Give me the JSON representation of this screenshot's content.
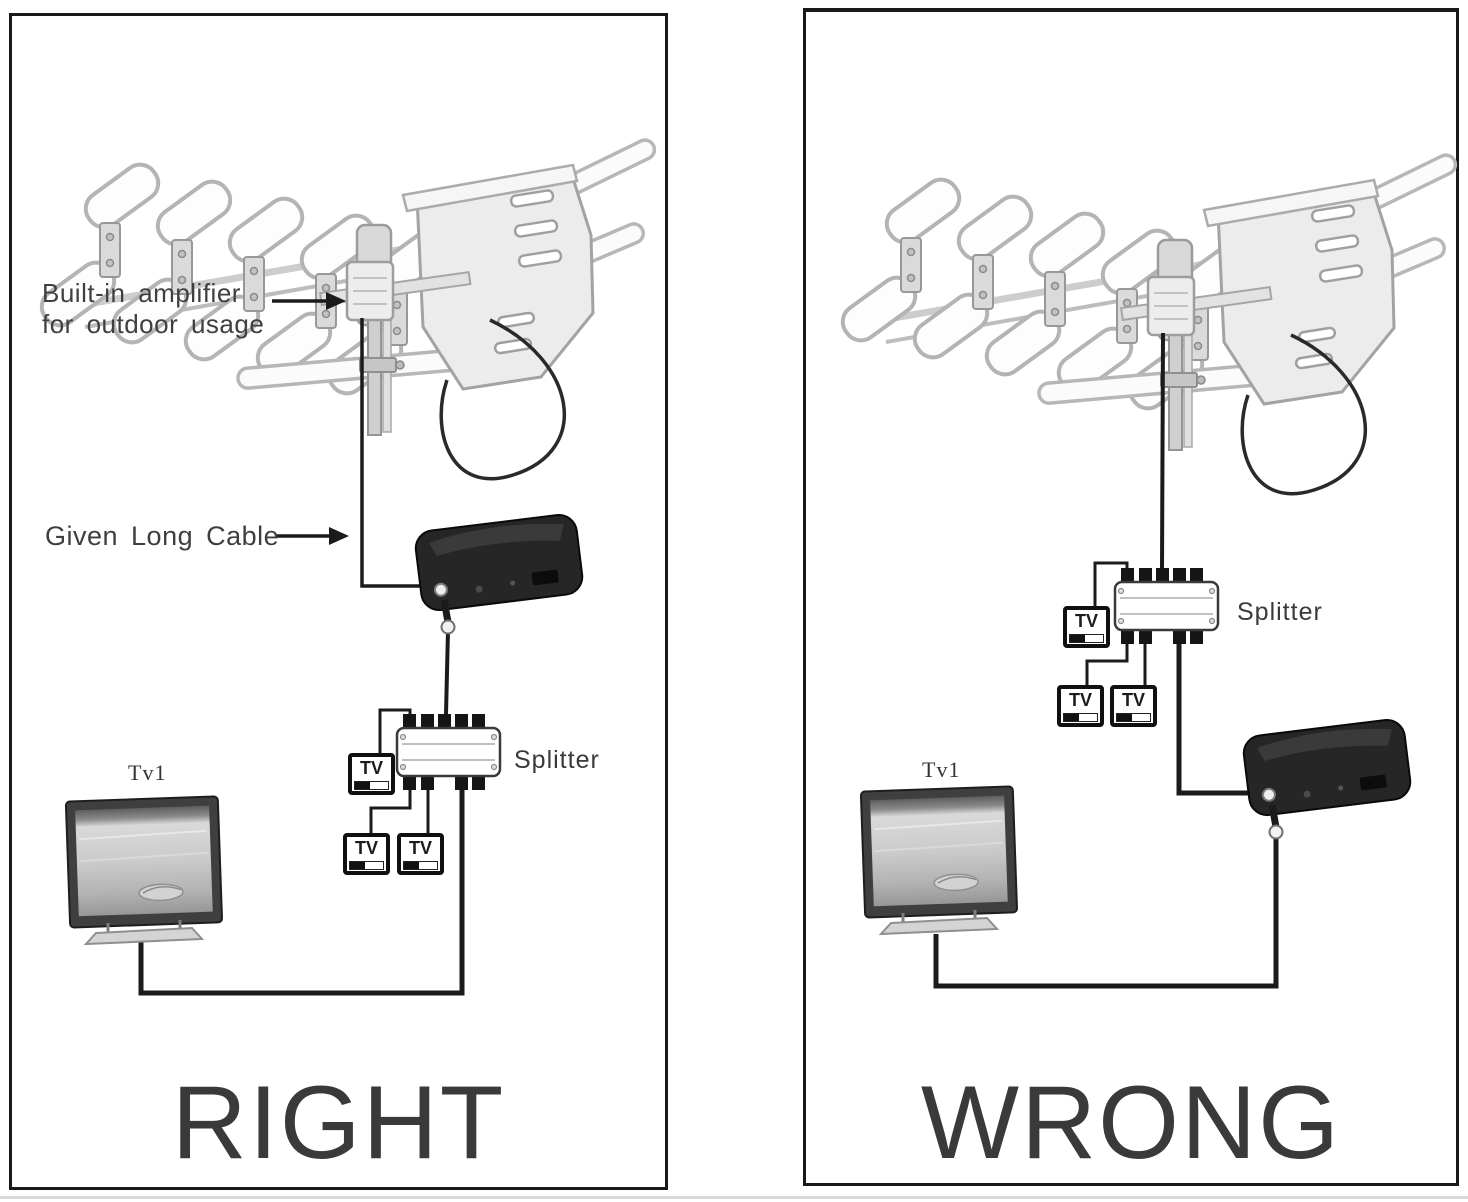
{
  "diagram": {
    "right_setup_panel": {
      "caption": "RIGHT",
      "amplifier_label": [
        "Built-in amplifier",
        "for outdoor usage"
      ],
      "cable_label": "Given Long Cable",
      "splitter_label": "Splitter",
      "main_tv_label": "Tv1",
      "small_tv_labels": [
        "TV",
        "TV",
        "TV"
      ]
    },
    "wrong_setup_panel": {
      "caption": "WRONG",
      "splitter_label": "Splitter",
      "main_tv_label": "Tv1",
      "small_tv_labels": [
        "TV",
        "TV",
        "TV"
      ]
    },
    "colors": {
      "cable": "#1b1b1b",
      "caption_text": "#3a3a3a",
      "label_text": "#3f3f3f",
      "panel_border": "#191919",
      "power_inserter_body": "#262626",
      "splitter_body": "#ffffff"
    }
  }
}
